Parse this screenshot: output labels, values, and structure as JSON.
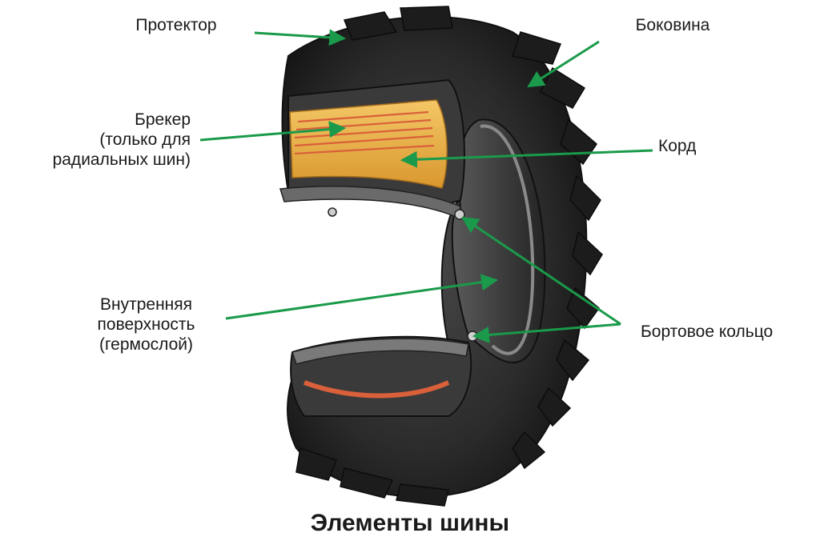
{
  "title": "Элементы шины",
  "labels": {
    "tread": "Протектор",
    "sidewall": "Боковина",
    "breaker": [
      "Брекер",
      "(только для",
      "радиальных шин)"
    ],
    "cord": "Корд",
    "inner_surface": [
      "Внутренняя",
      "поверхность",
      "(гермослой)"
    ],
    "bead_ring": "Бортовое кольцо"
  },
  "colors": {
    "arrow": "#1a9a4a",
    "rubber": "#2e2e2e",
    "cord_layer": "#e8b24a",
    "breaker_layer": "#d9603a"
  },
  "icons": [
    "tire-cutaway-illustration"
  ]
}
